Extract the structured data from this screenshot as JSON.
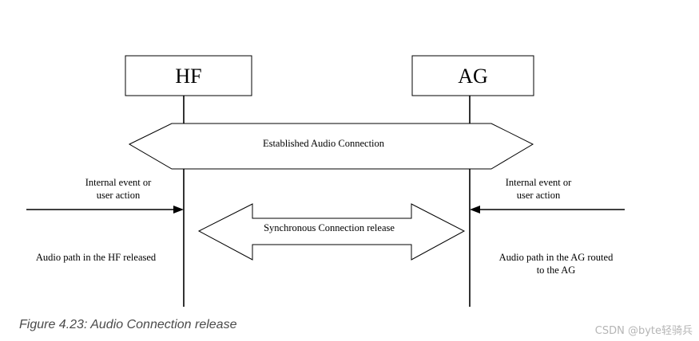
{
  "entities": {
    "left": "HF",
    "right": "AG"
  },
  "connections": {
    "established": "Established Audio Connection",
    "sync_release": "Synchronous Connection release"
  },
  "left_side": {
    "trigger_line1": "Internal event or",
    "trigger_line2": "user action",
    "result": "Audio path in the HF released"
  },
  "right_side": {
    "trigger_line1": "Internal event or",
    "trigger_line2": "user action",
    "result_line1": "Audio path in the AG  routed",
    "result_line2": "to the AG"
  },
  "caption": "Figure 4.23: Audio Connection release",
  "watermark": "CSDN @byte轻骑兵"
}
